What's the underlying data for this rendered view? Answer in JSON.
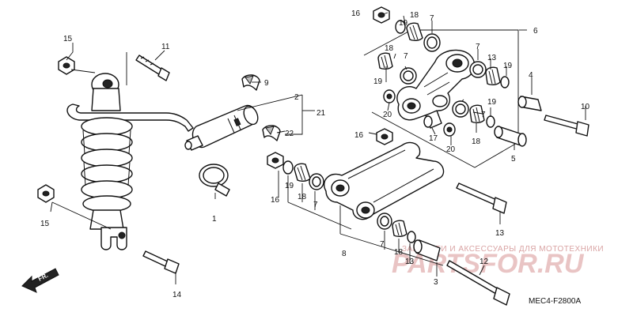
{
  "diagram": {
    "code": "MEC4-F2800A",
    "direction_label": "FR.",
    "watermark": {
      "line1": "ЗАПЧАСТИ И АКСЕССУАРЫ ДЛЯ МОТОТЕХНИКИ",
      "line2": "PARTSFOR.RU"
    },
    "callouts": {
      "c1": "1",
      "c2": "2",
      "c3": "3",
      "c4": "4",
      "c5": "5",
      "c6": "6",
      "c7a": "7",
      "c7b": "7",
      "c7c": "7",
      "c7d": "7",
      "c7e": "7",
      "c7f": "7",
      "c8": "8",
      "c9": "9",
      "c10": "10",
      "c11": "11",
      "c12": "12",
      "c13a": "13",
      "c13b": "13",
      "c14": "14",
      "c15a": "15",
      "c15b": "15",
      "c16a": "16",
      "c16b": "16",
      "c16c": "16",
      "c17": "17",
      "c18a": "18",
      "c18b": "18",
      "c18c": "18",
      "c18d": "18",
      "c19a": "19",
      "c19b": "19",
      "c19c": "19",
      "c19d": "19",
      "c20a": "20",
      "c20b": "20",
      "c21": "21",
      "c22": "22"
    }
  }
}
